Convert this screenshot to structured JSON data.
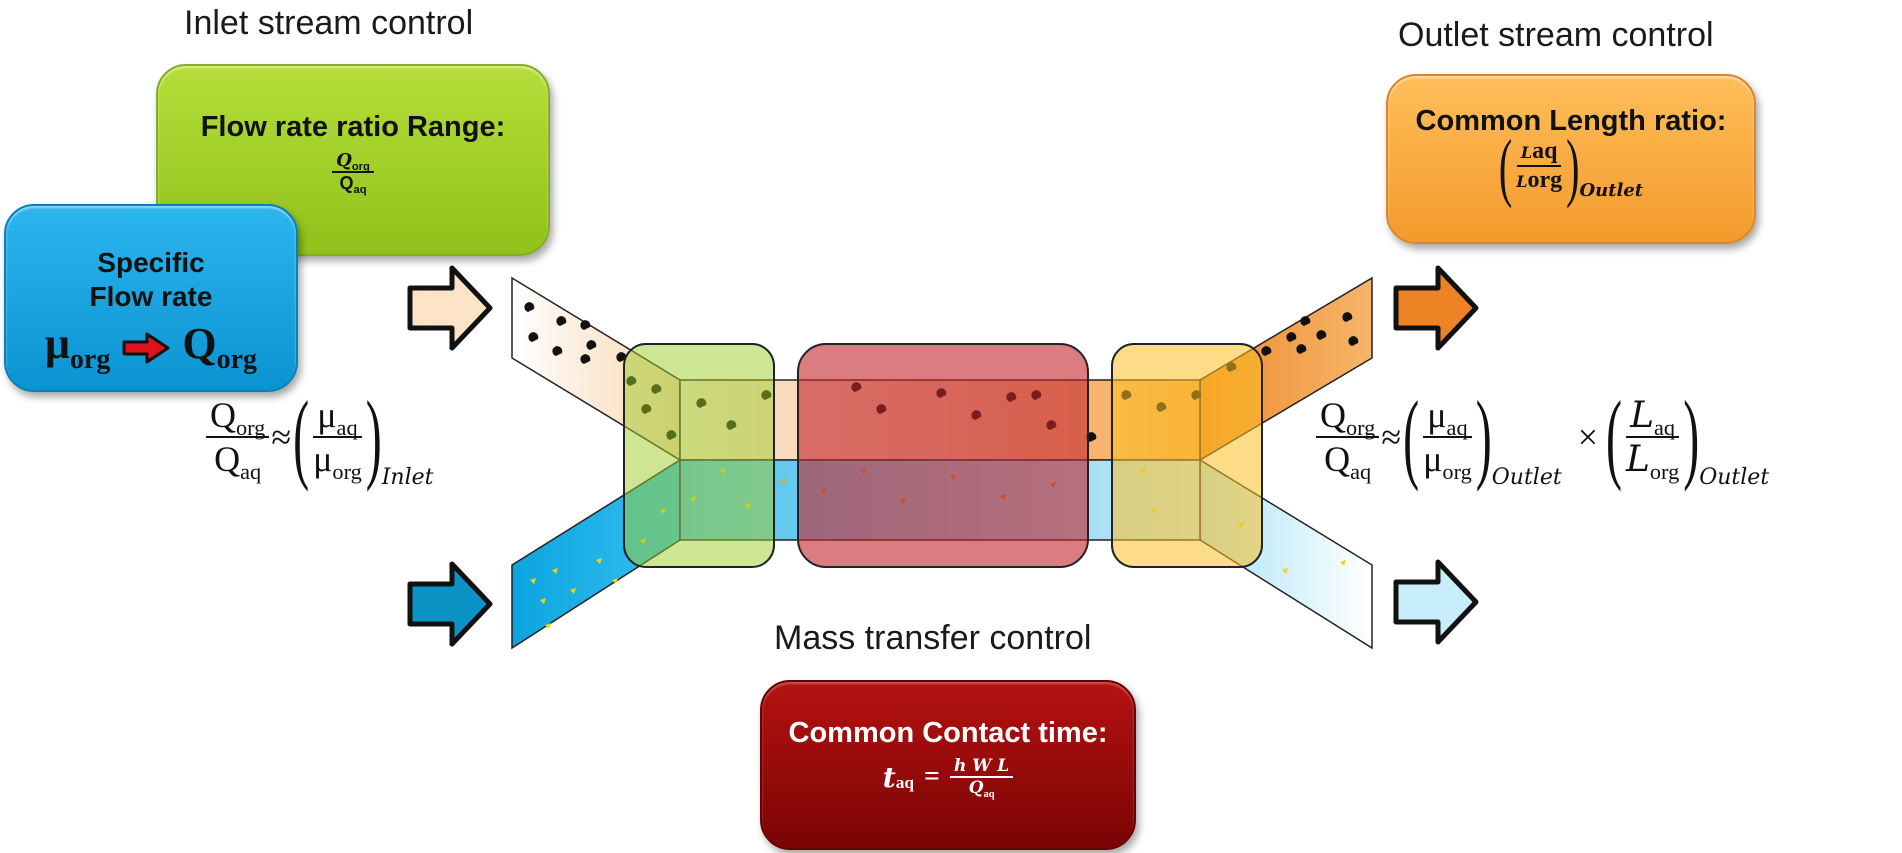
{
  "headings": {
    "inlet": "Inlet stream control",
    "outlet": "Outlet stream control",
    "mass": "Mass transfer control"
  },
  "flow_ratio_box": {
    "title": "Flow rate ratio Range:",
    "num_sym": "Q",
    "num_sub": "org",
    "den_sym": "Q",
    "den_sub": "aq"
  },
  "specific_box": {
    "title_line1": "Specific",
    "title_line2": "Flow rate",
    "left_sym": "μ",
    "left_sub": "org",
    "right_sym": "Q",
    "right_sub": "org"
  },
  "length_box": {
    "title": "Common Length ratio:",
    "num_sym": "L",
    "num_sub": "aq",
    "den_sym": "L",
    "den_sub": "org",
    "outer_sub": "Outlet"
  },
  "contact_box": {
    "title": "Common Contact time:",
    "lhs_sym": "t",
    "lhs_sub": "aq",
    "equals": "=",
    "numerator": "h W L",
    "den_sym": "Q",
    "den_sub": "aq"
  },
  "inlet_formula": {
    "q_sym": "Q",
    "q_org": "org",
    "q_aq": "aq",
    "approx": "≈",
    "mu_sym": "μ",
    "mu_aq": "aq",
    "mu_org": "org",
    "outer_sub": "Inlet"
  },
  "outlet_formula": {
    "q_sym": "Q",
    "q_org": "org",
    "q_aq": "aq",
    "approx": "≈",
    "mu_sym": "μ",
    "mu_aq": "aq",
    "mu_org": "org",
    "mu_outer_sub": "Outlet",
    "times": "×",
    "l_sym": "L",
    "l_aq": "aq",
    "l_org": "org",
    "l_outer_sub": "Outlet"
  },
  "colors": {
    "inlet_green": "#9fcf26",
    "specific_blue": "#1aa6e0",
    "outlet_orange": "#f7a93f",
    "contact_red": "#8b0606",
    "organic_arrow_in": "#fde3c8",
    "aqueous_arrow_in": "#0b93c6",
    "organic_arrow_out": "#ee8326",
    "aqueous_arrow_out": "#c9eefb",
    "red_arrow": "#e0131a"
  },
  "icons": [
    "arrow-right-icon"
  ]
}
